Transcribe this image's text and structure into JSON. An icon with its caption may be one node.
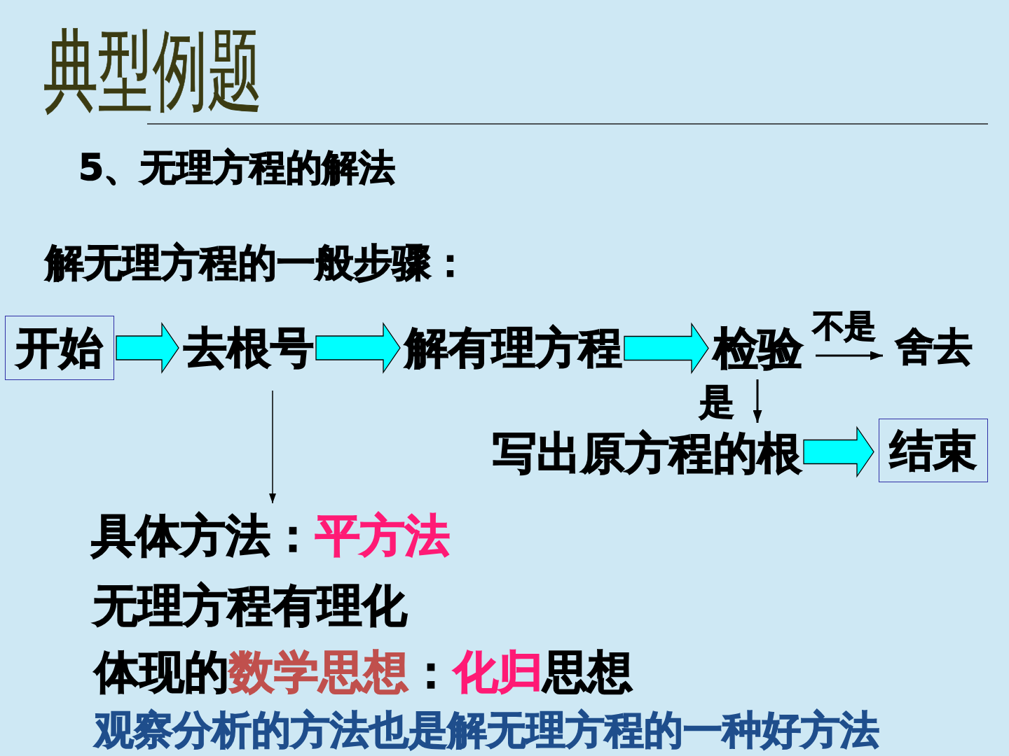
{
  "diagram": {
    "title": "典型例题",
    "nodes": [
      {
        "text": [
          "开始"
        ]
      },
      {
        "text": [
          "去根号"
        ]
      },
      {
        "text": [
          "解有理方程"
        ]
      },
      {
        "text": [
          "检验"
        ]
      },
      {
        "text": [
          "舍去"
        ]
      },
      {
        "text": [
          "写出原方程的根"
        ]
      },
      {
        "text": [
          "结束"
        ]
      },
      {
        "text": [
          "具体方法：",
          "平方法"
        ]
      }
    ],
    "edges": [
      {
        "from": 0,
        "to": 1,
        "arrow": "to",
        "style": "thick"
      },
      {
        "from": 1,
        "to": 2,
        "arrow": "to",
        "style": "thick"
      },
      {
        "from": 2,
        "to": 3,
        "arrow": "to",
        "style": "thick"
      },
      {
        "from": 3,
        "to": 4,
        "arrow": "to",
        "label": "不是"
      },
      {
        "from": 3,
        "to": 5,
        "arrow": "to",
        "label": "是"
      },
      {
        "from": 5,
        "to": 6,
        "arrow": "to",
        "style": "thick"
      },
      {
        "from": 1,
        "to": 7,
        "arrow": "to"
      }
    ],
    "labels": [
      "5、无理方程的解法",
      "解无理方程的一般步骤：",
      "无理方程有理化",
      "体现的",
      "数学思想",
      "：",
      "化归",
      "思想",
      "观察分析的方法也是解无理方程的一种好方法"
    ]
  }
}
